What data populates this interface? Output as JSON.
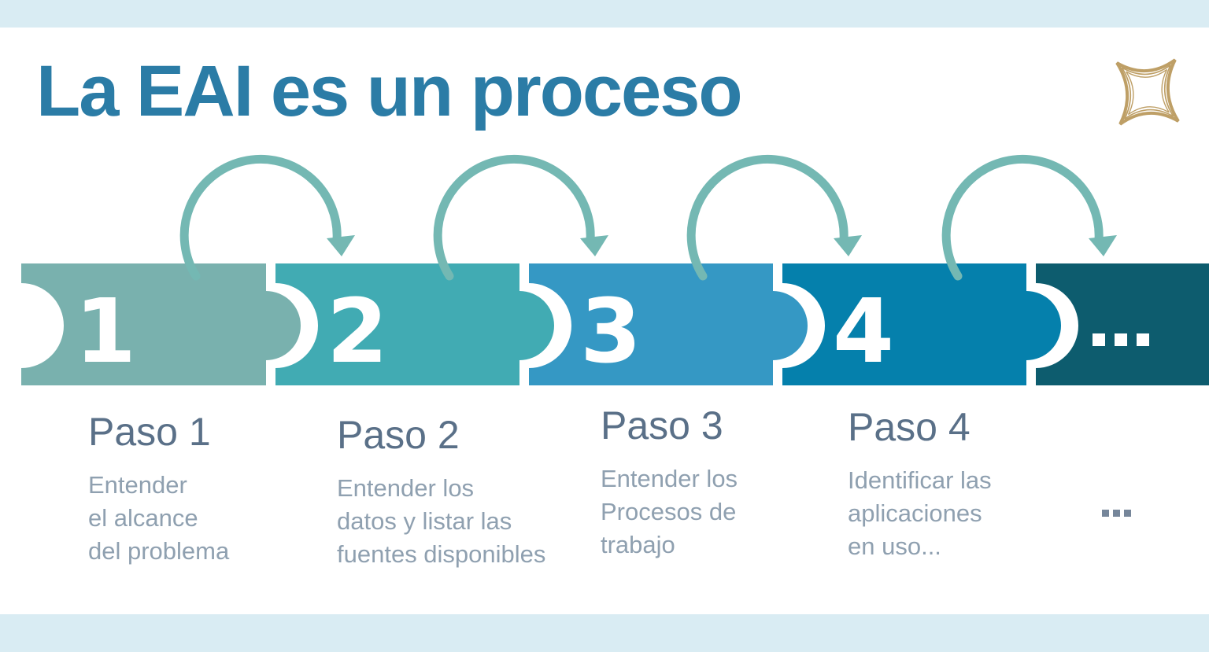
{
  "slide": {
    "title": "La EAI es un proceso",
    "background_color": "#D9ECF3",
    "card_color": "#FFFFFF",
    "title_color": "#2B7CA6",
    "logo_color": "#BE9F66",
    "arrow_color": "#74B8B3",
    "heading_color": "#5A7088",
    "description_color": "#8FA0B0",
    "more_indicator": "..."
  },
  "icons": {
    "logo": "four-point-star",
    "step_more": "ellipsis-squares",
    "text_more": "ellipsis-squares"
  },
  "steps": [
    {
      "number": "1",
      "piece_color": "#79B1AE",
      "heading": "Paso 1",
      "description": "Entender\nel alcance\ndel problema"
    },
    {
      "number": "2",
      "piece_color": "#41ABB3",
      "heading": "Paso 2",
      "description": "Entender los\ndatos y listar las\nfuentes disponibles"
    },
    {
      "number": "3",
      "piece_color": "#3598C4",
      "heading": "Paso 3",
      "description": "Entender los\nProcesos de\ntrabajo"
    },
    {
      "number": "4",
      "piece_color": "#0580AC",
      "heading": "Paso 4",
      "description": "Identificar las\naplicaciones\nen uso..."
    },
    {
      "number": "...",
      "piece_color": "#0D5C6E",
      "heading": "",
      "description": "..."
    }
  ]
}
